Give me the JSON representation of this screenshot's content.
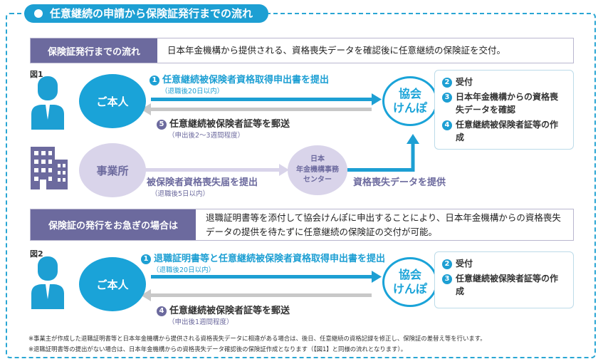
{
  "title": "任意継続の申請から保険証発行までの流れ",
  "section1": {
    "label": "保険証発行までの流れ",
    "text": "日本年金機構から提供される、資格喪失データを確認後に任意継続の保険証を交付。"
  },
  "fig1": {
    "label": "図1",
    "honin": "ご本人",
    "kenpo_line1": "協会",
    "kenpo_line2": "けんぽ",
    "jigyosho": "事業所",
    "nenkin_line1": "日本",
    "nenkin_line2": "年金機構事務",
    "nenkin_line3": "センター",
    "step1_num": "1",
    "step1": "任意継続被保険者資格取得申出書を提出",
    "step1_note": "（退職後20日以内）",
    "step5_num": "5",
    "step5": "任意継続被保険者証等を郵送",
    "step5_note": "（申出後2～3週間程度）",
    "jigyosho_step": "被保険者資格喪失届を提出",
    "jigyosho_note": "（退職後5日以内）",
    "nenkin_step": "資格喪失データを提供",
    "kenpo_steps": [
      {
        "num": "2",
        "text": "受付"
      },
      {
        "num": "3",
        "text": "日本年金機構からの資格喪失データを確認"
      },
      {
        "num": "4",
        "text": "任意継続被保険者証等の作成"
      }
    ]
  },
  "section2": {
    "label": "保険証の発行をお急ぎの場合は",
    "text": "退職証明書等を添付して協会けんぽに申出することにより、日本年金機構からの資格喪失データの提供を待たずに任意継続の保険証の交付が可能。"
  },
  "fig2": {
    "label": "図2",
    "honin": "ご本人",
    "kenpo_line1": "協会",
    "kenpo_line2": "けんぽ",
    "step1_num": "1",
    "step1": "退職証明書等と任意継続被保険者資格取得申出書を提出",
    "step1_note": "（退職後20日以内）",
    "step4_num": "4",
    "step4": "任意継続被保険者証等を郵送",
    "step4_note": "（申出後1週間程度）",
    "kenpo_steps": [
      {
        "num": "2",
        "text": "受付"
      },
      {
        "num": "3",
        "text": "任意継続被保険者証等の作成"
      }
    ]
  },
  "footnotes": [
    "※事業主が作成した退職証明書等と日本年金機構から提供される資格喪失データに相違がある場合は、後日、任意継続の資格記録を修正し、保険証の差替え等を行います。",
    "※退職証明書等の提出がない場合は、日本年金機構からの資格喪失データ確認後の保険証作成となります（【図1】と同様の流れとなります）。"
  ],
  "colors": {
    "accent": "#1d9fd3",
    "purple": "#6c6a9e",
    "light_purple": "#d9d4ea",
    "gray_arrow": "#c8c8c8"
  },
  "icons": [
    "person-icon",
    "building-icon"
  ]
}
